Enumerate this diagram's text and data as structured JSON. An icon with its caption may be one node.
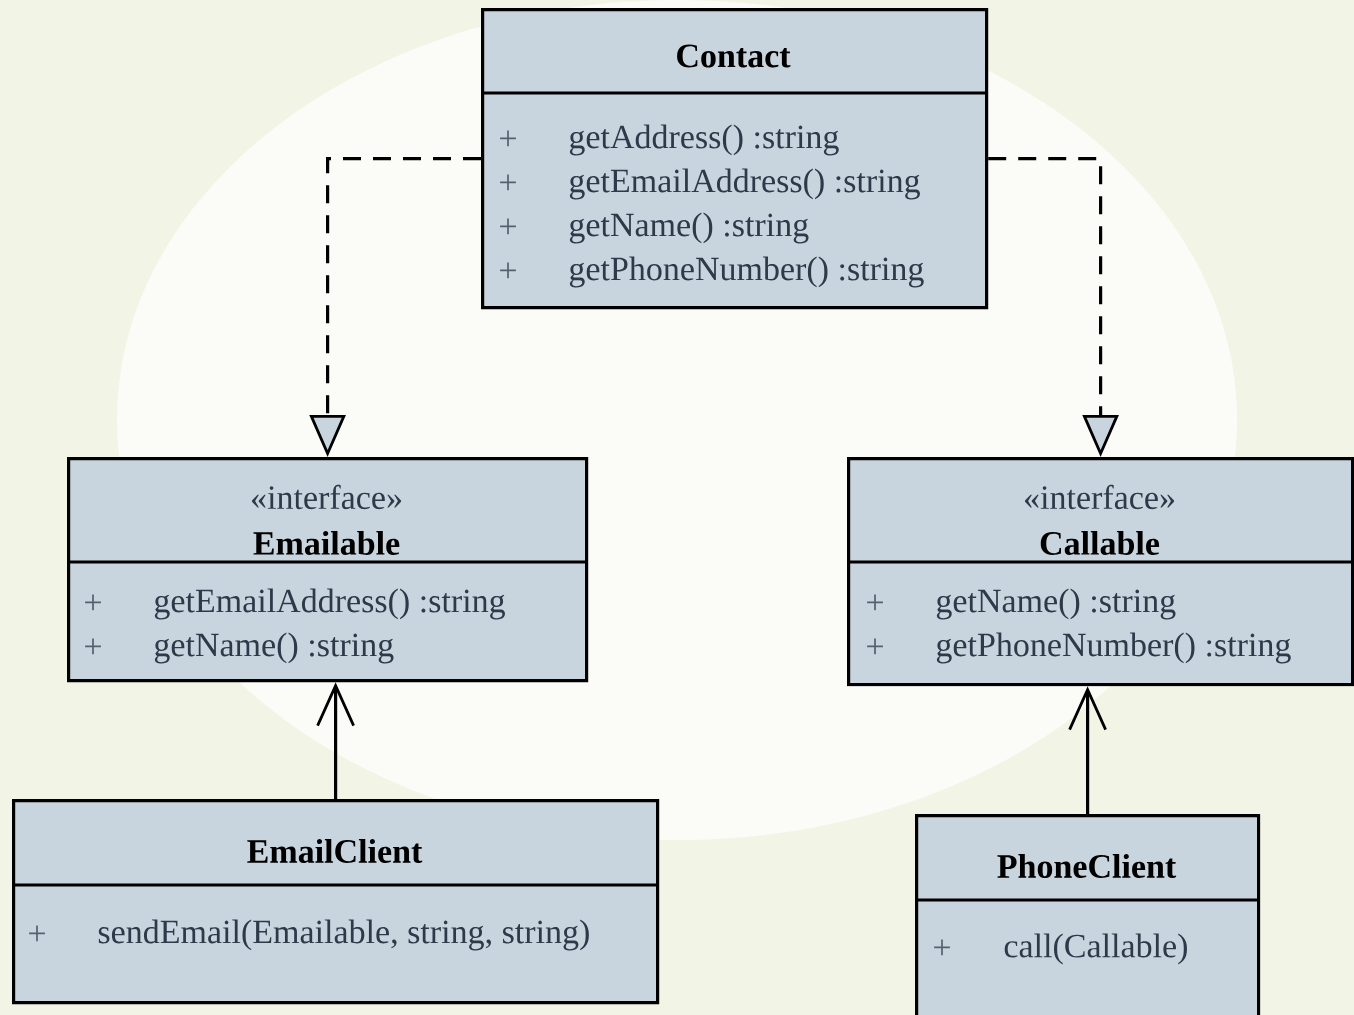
{
  "diagram": {
    "nodes": [
      {
        "text": [
          "Contact",
          "+",
          "getAddress() :string",
          "+",
          "getEmailAddress() :string",
          "+",
          "getName() :string",
          "+",
          "getPhoneNumber() :string"
        ]
      },
      {
        "text": [
          "«interface»",
          "Emailable",
          "+",
          "getEmailAddress() :string",
          "+",
          "getName() :string"
        ]
      },
      {
        "text": [
          "«interface»",
          "Callable",
          "+",
          "getName() :string",
          "+",
          "getPhoneNumber() :string"
        ]
      },
      {
        "text": [
          "EmailClient",
          "+",
          "sendEmail(Emailable, string, string)"
        ]
      },
      {
        "text": [
          "PhoneClient",
          "+",
          "call(Callable)"
        ]
      }
    ],
    "edges": [
      {
        "from": 0,
        "to": 1,
        "arrow": "to",
        "style": "dashed"
      },
      {
        "from": 0,
        "to": 2,
        "arrow": "to",
        "style": "dashed"
      },
      {
        "from": 3,
        "to": 1,
        "arrow": "to"
      },
      {
        "from": 4,
        "to": 2,
        "arrow": "to"
      }
    ]
  }
}
